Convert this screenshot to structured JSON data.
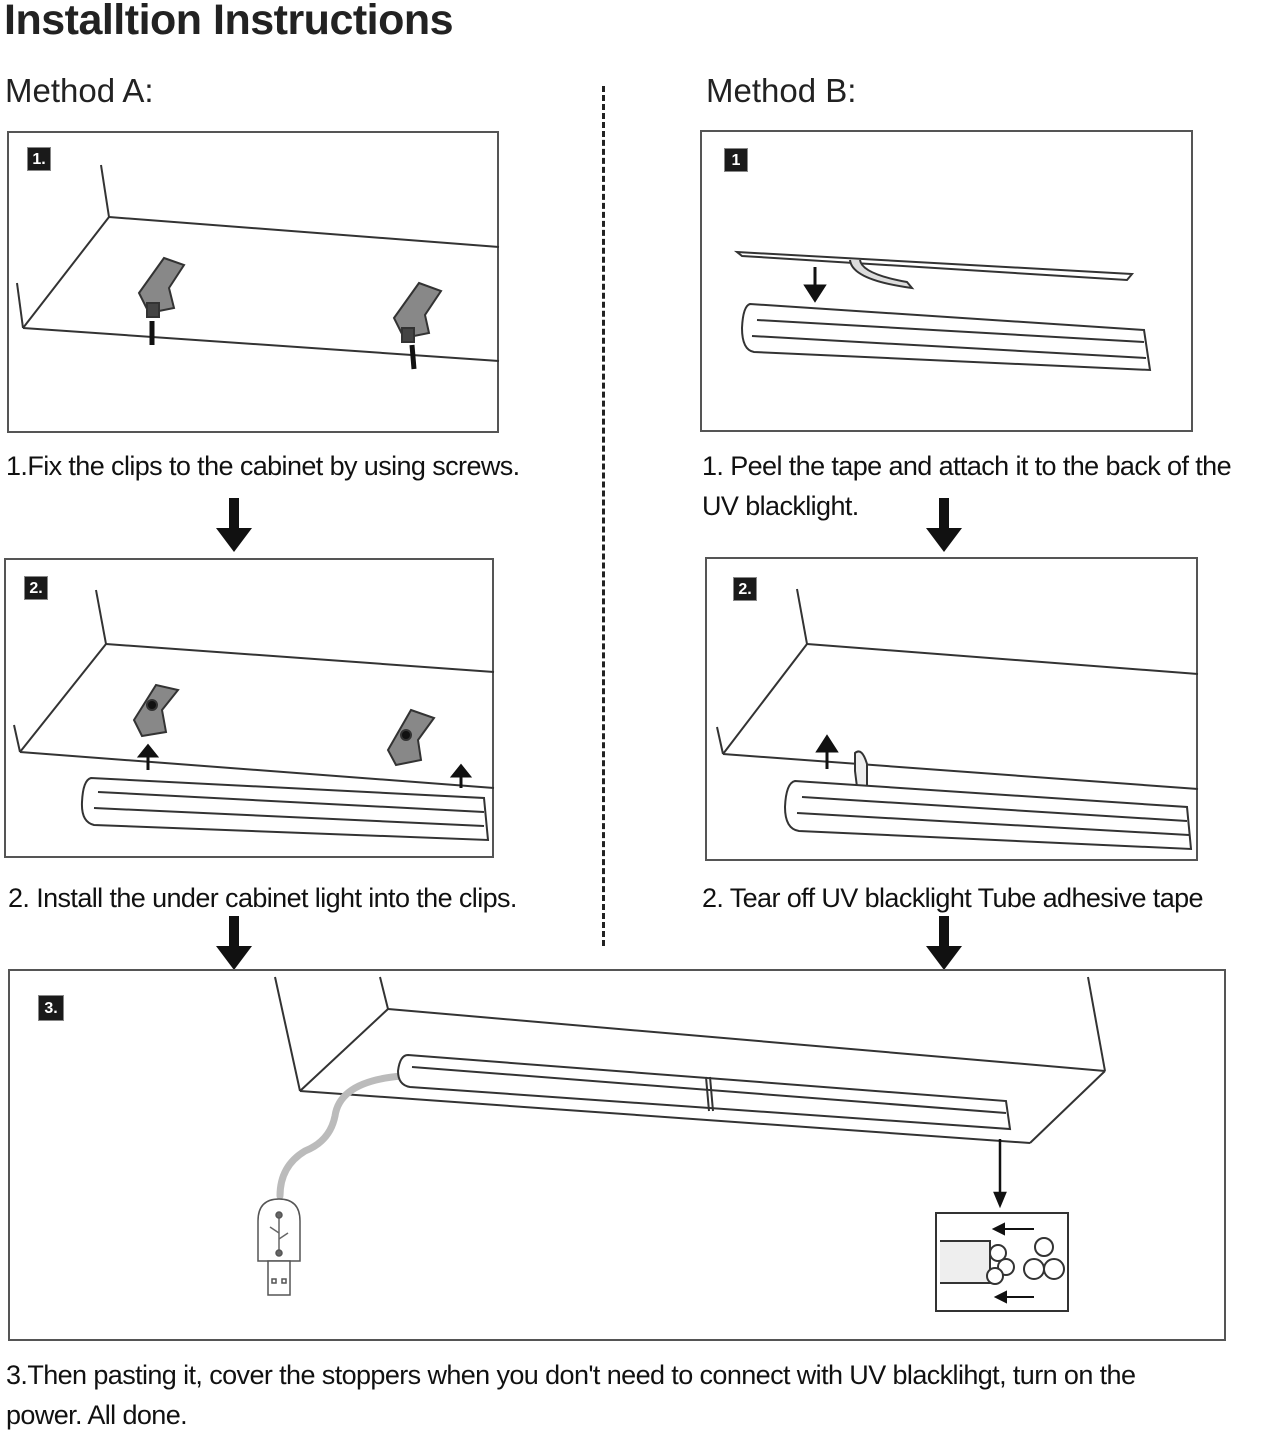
{
  "title": "Installtion Instructions",
  "method_a": {
    "label": "Method A:",
    "step1": {
      "badge": "1.",
      "caption": "1.Fix the clips to the  cabinet by using screws."
    },
    "step2": {
      "badge": "2.",
      "caption": "2. Install the under cabinet light into the clips."
    }
  },
  "method_b": {
    "label": "Method B:",
    "step1": {
      "badge": "1",
      "caption_line1": "1. Peel the tape and attach it to the back of the",
      "caption_line2": "UV blacklight."
    },
    "step2": {
      "badge": "2.",
      "caption": "2. Tear off UV blacklight Tube adhesive tape"
    }
  },
  "final": {
    "badge": "3.",
    "caption_line1": "3.Then pasting it, cover the stoppers when you don't need to connect with UV blacklihgt, turn on the",
    "caption_line2": "power. All done."
  },
  "icons": [
    "down-arrow-icon",
    "up-arrow-icon",
    "usb-icon",
    "stopper-icon",
    "left-arrow-icon"
  ]
}
